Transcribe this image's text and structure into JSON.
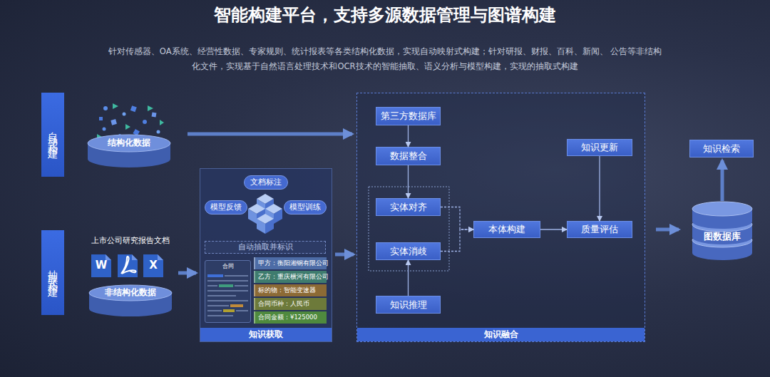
{
  "diagram": {
    "title": "智能构建平台，支持多源数据管理与图谱构建",
    "nodes": [
      {
        "text": [
          "自动式构建"
        ]
      },
      {
        "text": [
          "抽取式构建"
        ]
      },
      {
        "text": [
          "结构化数据"
        ]
      },
      {
        "text": [
          "上市公司研究报告文档",
          "非结构化数据"
        ]
      },
      {
        "text": [
          "知识获取"
        ]
      },
      {
        "text": [
          "文档标注"
        ],
        "in": 4
      },
      {
        "text": [
          "模型反馈"
        ],
        "in": 4
      },
      {
        "text": [
          "模型训练"
        ],
        "in": 4
      },
      {
        "text": [
          "自动抽取并标识"
        ],
        "in": 4
      },
      {
        "text": [
          "合同"
        ],
        "in": 4
      },
      {
        "text": [
          "甲方：衡阳湘钢有限公司"
        ],
        "in": 4
      },
      {
        "text": [
          "乙方：重庆横河有限公司"
        ],
        "in": 4
      },
      {
        "text": [
          "标的物：智能变速器"
        ],
        "in": 4
      },
      {
        "text": [
          "合同币种：人民币"
        ],
        "in": 4
      },
      {
        "text": [
          "合同金额：¥125000"
        ],
        "in": 4
      },
      {
        "text": [
          "知识融合"
        ]
      },
      {
        "text": [
          "第三方数据库"
        ],
        "in": 15
      },
      {
        "text": [
          "数据整合"
        ],
        "in": 15
      },
      {
        "text": [
          "实体对齐"
        ],
        "in": 15
      },
      {
        "text": [
          "实体消歧"
        ],
        "in": 15
      },
      {
        "text": [
          "知识推理"
        ],
        "in": 15
      },
      {
        "text": [
          "本体构建"
        ],
        "in": 15
      },
      {
        "text": [
          "质量评估"
        ],
        "in": 15
      },
      {
        "text": [
          "知识更新"
        ],
        "in": 15
      },
      {
        "text": [
          "图数据库"
        ]
      },
      {
        "text": [
          "知识检索"
        ]
      }
    ],
    "edges": [
      {
        "from": 2,
        "to": 15,
        "arrow": "to"
      },
      {
        "from": 3,
        "to": 4,
        "arrow": "to"
      },
      {
        "from": 4,
        "to": 15,
        "arrow": "to"
      },
      {
        "from": 16,
        "to": 17,
        "arrow": "to"
      },
      {
        "from": 17,
        "to": 18,
        "arrow": "to"
      },
      {
        "from": 20,
        "to": 19,
        "arrow": "to"
      },
      {
        "from": 18,
        "to": 21,
        "arrow": "to"
      },
      {
        "from": 19,
        "to": 21,
        "arrow": "to"
      },
      {
        "from": 21,
        "to": 22,
        "arrow": "to"
      },
      {
        "from": 23,
        "to": 22,
        "arrow": "to"
      },
      {
        "from": 22,
        "to": 24,
        "arrow": "to"
      },
      {
        "from": 24,
        "to": 25,
        "arrow": "to"
      }
    ],
    "labels": [
      "针对传感器、OA系统、经营性数据、专家规则、统计报表等各类结构化数据，实现自动映射式构建；针对研报、财报、百科、新闻、 公告等非结构化文件，实现基于自然语言处理技术和OCR技术的智能抽取、语义分析与模型构建，实现的抽取式构建",
      "W",
      "X"
    ]
  }
}
